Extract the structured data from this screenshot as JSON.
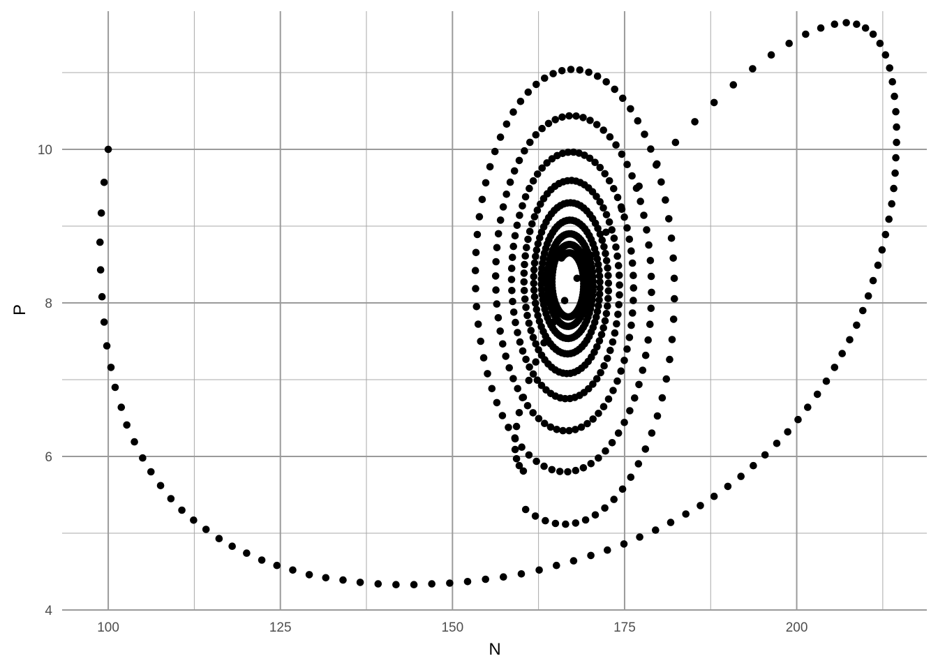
{
  "chart_data": {
    "type": "scatter",
    "title": "",
    "xlabel": "N",
    "ylabel": "P",
    "xlim": [
      93.3,
      218.9
    ],
    "ylim": [
      4.0,
      11.8
    ],
    "x_ticks": [
      {
        "value": 100,
        "label": "100"
      },
      {
        "value": 125,
        "label": "125"
      },
      {
        "value": 150,
        "label": "150"
      },
      {
        "value": 175,
        "label": "175"
      },
      {
        "value": 200,
        "label": "200"
      }
    ],
    "y_ticks": [
      {
        "value": 4,
        "label": "4"
      },
      {
        "value": 6,
        "label": "6"
      },
      {
        "value": 8,
        "label": "8"
      },
      {
        "value": 10,
        "label": "10"
      }
    ],
    "x_minor": [
      112.5,
      137.5,
      162.5,
      187.5,
      212.5
    ],
    "y_minor": [
      5,
      7,
      9,
      11
    ],
    "grid": true,
    "legend": "none",
    "point_color": "#000000",
    "series": [
      {
        "points": [
          [
            100.0,
            10.0
          ],
          [
            99.4,
            9.57
          ],
          [
            99.0,
            9.17
          ],
          [
            98.8,
            8.79
          ],
          [
            98.9,
            8.43
          ],
          [
            99.1,
            8.08
          ],
          [
            99.4,
            7.75
          ],
          [
            99.8,
            7.44
          ],
          [
            100.4,
            7.16
          ],
          [
            101.0,
            6.9
          ],
          [
            101.9,
            6.64
          ],
          [
            102.7,
            6.41
          ],
          [
            103.8,
            6.19
          ],
          [
            105.0,
            5.98
          ],
          [
            106.2,
            5.8
          ],
          [
            107.6,
            5.62
          ],
          [
            109.1,
            5.45
          ],
          [
            110.7,
            5.3
          ],
          [
            112.4,
            5.17
          ],
          [
            114.2,
            5.05
          ],
          [
            116.1,
            4.93
          ],
          [
            118.0,
            4.83
          ],
          [
            120.1,
            4.74
          ],
          [
            122.3,
            4.65
          ],
          [
            124.5,
            4.58
          ],
          [
            126.8,
            4.52
          ],
          [
            129.2,
            4.46
          ],
          [
            131.6,
            4.42
          ],
          [
            134.1,
            4.39
          ],
          [
            136.6,
            4.36
          ],
          [
            139.2,
            4.34
          ],
          [
            141.8,
            4.33
          ],
          [
            144.4,
            4.33
          ],
          [
            147.0,
            4.34
          ],
          [
            149.6,
            4.35
          ],
          [
            152.2,
            4.37
          ],
          [
            154.8,
            4.4
          ],
          [
            157.4,
            4.43
          ],
          [
            160.0,
            4.47
          ],
          [
            162.6,
            4.52
          ],
          [
            165.1,
            4.58
          ],
          [
            167.6,
            4.64
          ],
          [
            170.1,
            4.71
          ],
          [
            172.5,
            4.78
          ],
          [
            174.9,
            4.86
          ],
          [
            177.2,
            4.95
          ],
          [
            179.5,
            5.04
          ],
          [
            181.7,
            5.14
          ],
          [
            183.9,
            5.25
          ],
          [
            186.0,
            5.36
          ],
          [
            188.0,
            5.48
          ],
          [
            190.0,
            5.61
          ],
          [
            191.9,
            5.74
          ],
          [
            193.7,
            5.88
          ],
          [
            195.4,
            6.02
          ],
          [
            197.1,
            6.17
          ],
          [
            198.7,
            6.32
          ],
          [
            200.2,
            6.48
          ],
          [
            201.6,
            6.64
          ],
          [
            203.0,
            6.81
          ],
          [
            204.3,
            6.98
          ],
          [
            205.5,
            7.16
          ],
          [
            206.6,
            7.34
          ],
          [
            207.7,
            7.52
          ],
          [
            208.7,
            7.71
          ],
          [
            209.6,
            7.9
          ],
          [
            210.4,
            8.09
          ],
          [
            211.1,
            8.29
          ],
          [
            211.8,
            8.49
          ],
          [
            212.4,
            8.69
          ],
          [
            212.9,
            8.89
          ],
          [
            213.4,
            9.09
          ],
          [
            213.8,
            9.29
          ],
          [
            214.1,
            9.49
          ],
          [
            214.3,
            9.69
          ],
          [
            214.4,
            9.89
          ],
          [
            214.5,
            10.09
          ],
          [
            214.5,
            10.29
          ],
          [
            214.4,
            10.49
          ],
          [
            214.2,
            10.69
          ],
          [
            213.9,
            10.88
          ],
          [
            213.5,
            11.06
          ],
          [
            212.9,
            11.23
          ],
          [
            212.1,
            11.38
          ],
          [
            211.1,
            11.5
          ],
          [
            210.0,
            11.58
          ],
          [
            208.7,
            11.63
          ],
          [
            207.2,
            11.65
          ],
          [
            205.5,
            11.63
          ],
          [
            203.5,
            11.58
          ],
          [
            201.3,
            11.5
          ],
          [
            198.9,
            11.38
          ],
          [
            196.3,
            11.23
          ],
          [
            193.6,
            11.05
          ],
          [
            190.8,
            10.84
          ],
          [
            188.0,
            10.61
          ],
          [
            185.2,
            10.36
          ],
          [
            182.4,
            10.09
          ],
          [
            179.7,
            9.81
          ],
          [
            177.1,
            9.52
          ],
          [
            174.6,
            9.22
          ],
          [
            172.3,
            8.92
          ],
          [
            170.1,
            8.62
          ],
          [
            168.1,
            8.32
          ],
          [
            166.3,
            8.03
          ],
          [
            164.7,
            7.75
          ],
          [
            163.3,
            7.48
          ],
          [
            162.1,
            7.23
          ],
          [
            161.1,
            6.99
          ],
          [
            160.3,
            6.77
          ],
          [
            159.7,
            6.57
          ],
          [
            159.3,
            6.39
          ],
          [
            159.1,
            6.23
          ],
          [
            159.1,
            6.09
          ],
          [
            159.3,
            5.97
          ],
          [
            159.7,
            5.88
          ],
          [
            160.3,
            5.81
          ]
        ]
      }
    ]
  }
}
